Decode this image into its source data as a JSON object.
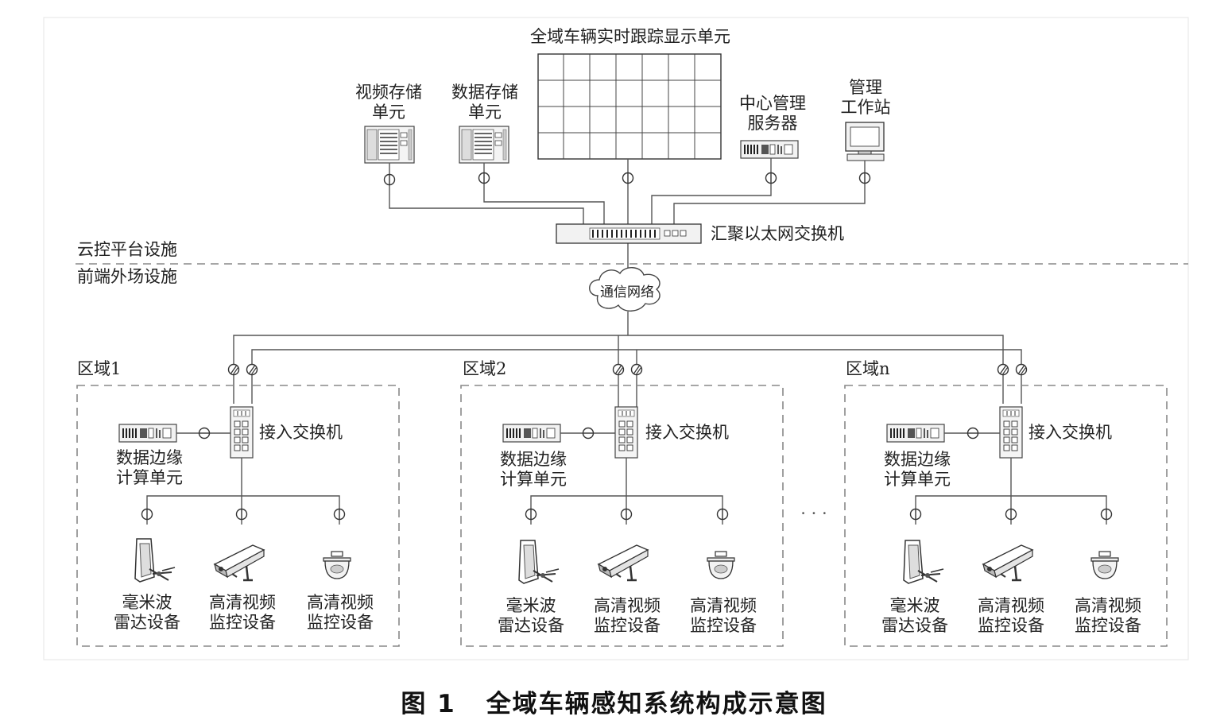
{
  "top": {
    "display_wall": "全域车辆实时跟踪显示单元",
    "video_storage": [
      "视频存储",
      "单元"
    ],
    "data_storage": [
      "数据存储",
      "单元"
    ],
    "center_server": [
      "中心管理",
      "服务器"
    ],
    "workstation": [
      "管理",
      "工作站"
    ],
    "aggregation_switch": "汇聚以太网交换机"
  },
  "layers": {
    "cloud": "云控平台设施",
    "field": "前端外场设施"
  },
  "network": "通信网络",
  "regions": [
    {
      "title": "区域1",
      "switch": "接入交换机",
      "edge": [
        "数据边缘",
        "计算单元"
      ],
      "devices": [
        [
          "毫米波",
          "雷达设备"
        ],
        [
          "高清视频",
          "监控设备"
        ],
        [
          "高清视频",
          "监控设备"
        ]
      ]
    },
    {
      "title": "区域2",
      "switch": "接入交换机",
      "edge": [
        "数据边缘",
        "计算单元"
      ],
      "devices": [
        [
          "毫米波",
          "雷达设备"
        ],
        [
          "高清视频",
          "监控设备"
        ],
        [
          "高清视频",
          "监控设备"
        ]
      ]
    },
    {
      "title": "区域n",
      "switch": "接入交换机",
      "edge": [
        "数据边缘",
        "计算单元"
      ],
      "devices": [
        [
          "毫米波",
          "雷达设备"
        ],
        [
          "高清视频",
          "监控设备"
        ],
        [
          "高清视频",
          "监控设备"
        ]
      ]
    }
  ],
  "ellipsis": "· · ·",
  "caption": {
    "number": "图 1",
    "title": "全域车辆感知系统构成示意图"
  }
}
